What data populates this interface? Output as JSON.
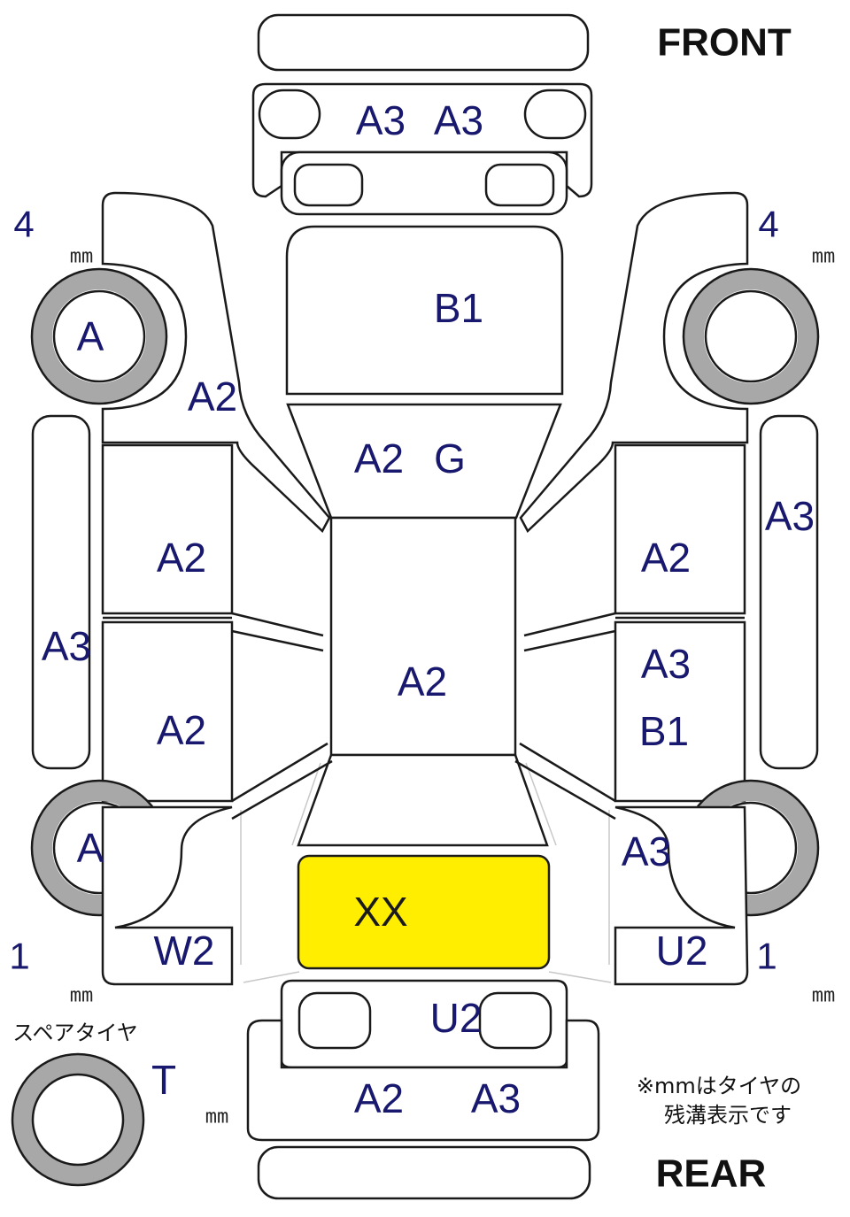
{
  "labels": {
    "front": "FRONT",
    "rear": "REAR",
    "spare_tire": "スペアタイヤ",
    "note_line1": "※mmはタイヤの",
    "note_line2": "残溝表示です"
  },
  "tread": {
    "front_left": {
      "value": "4",
      "unit": "mm"
    },
    "front_right": {
      "value": "4",
      "unit": "mm"
    },
    "rear_left": {
      "value": "1",
      "unit": "mm"
    },
    "rear_right": {
      "value": "1",
      "unit": "mm"
    },
    "spare_unit": "mm"
  },
  "panels": {
    "front_bumper_left": "A3",
    "front_bumper_right": "A3",
    "hood": "B1",
    "front_fender_left": "A2",
    "windshield_1": "A2",
    "windshield_2": "G",
    "front_wheel_left": "A",
    "rocker_left": "A3",
    "front_door_left": "A2",
    "rear_door_left": "A2",
    "roof": "A2",
    "rocker_right": "A3",
    "front_door_right": "A2",
    "rear_door_right_1": "A3",
    "rear_door_right_2": "B1",
    "rear_wheel_left": "A",
    "rear_quarter_right": "A3",
    "trunk": "XX",
    "rear_quarter_left": "W2",
    "rear_quarter_right_lower": "U2",
    "rear_panel": "U2",
    "rear_bumper_left": "A2",
    "rear_bumper_right": "A3",
    "spare_tire": "T"
  },
  "colors": {
    "highlight": "#ffee00",
    "tire": "#a8a8a8",
    "code_text": "#18186e"
  }
}
